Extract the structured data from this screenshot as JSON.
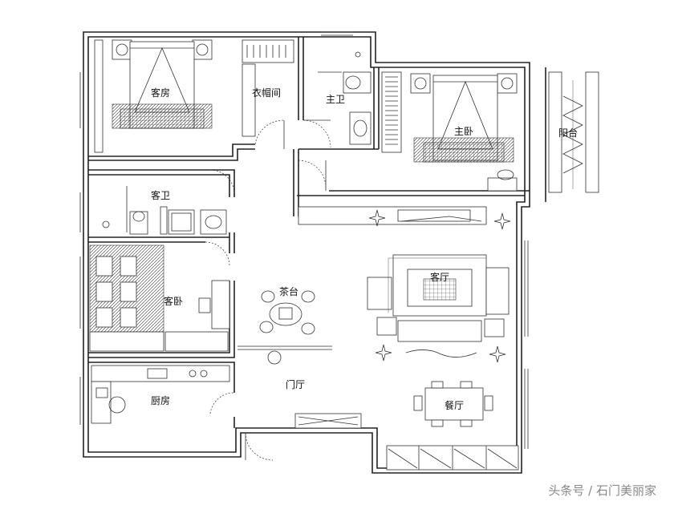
{
  "rooms": {
    "guest_room": "客房",
    "closet": "衣帽间",
    "master_bath": "主卫",
    "master_bedroom": "主卧",
    "balcony": "阳台",
    "guest_bath": "客卫",
    "guest_bedroom": "客卧",
    "tea_table": "茶台",
    "living_room": "客厅",
    "foyer": "门厅",
    "kitchen": "厨房",
    "dining_room": "餐厅"
  },
  "watermark": "头条号 / 石门美丽家"
}
